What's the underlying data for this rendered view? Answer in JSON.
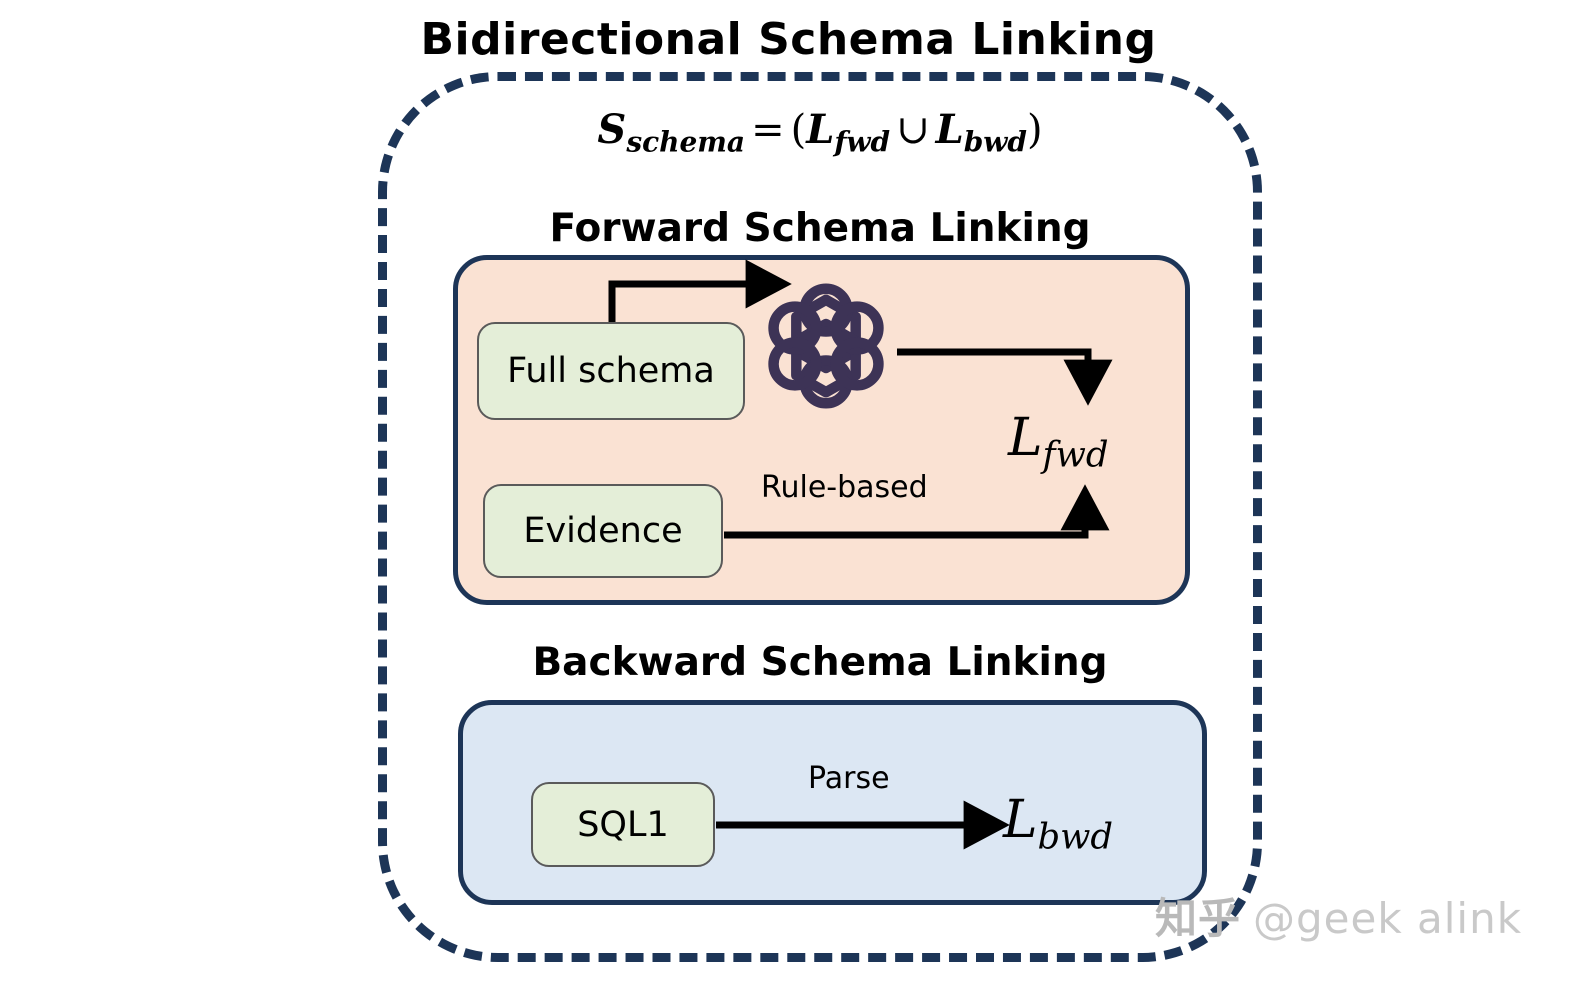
{
  "diagram": {
    "title": "Bidirectional Schema Linking",
    "formula": {
      "lhs_base": "S",
      "lhs_sub": "schema",
      "equals": "=",
      "open_paren": "(",
      "term1_base": "L",
      "term1_sub": "fwd",
      "union_op": "∪",
      "term2_base": "L",
      "term2_sub": "bwd",
      "close_paren": ")",
      "plain": "S_schema = (L_fwd ∪ L_bwd)"
    },
    "forward": {
      "title": "Forward Schema Linking",
      "panel_color": "#fae2d3",
      "nodes": [
        {
          "id": "full-schema",
          "label": "Full schema",
          "color": "#e4eed8"
        },
        {
          "id": "evidence",
          "label": "Evidence",
          "color": "#e4eed8"
        }
      ],
      "model_icon": "openai-logo",
      "model_icon_color": "#3d3356",
      "edge_labels": [
        {
          "id": "rule-based",
          "label": "Rule-based"
        }
      ],
      "output": {
        "base": "L",
        "sub": "fwd",
        "plain": "L_fwd"
      }
    },
    "backward": {
      "title": "Backward Schema Linking",
      "panel_color": "#dce7f3",
      "nodes": [
        {
          "id": "sql1",
          "label": "SQL1",
          "color": "#e4eed8"
        }
      ],
      "edge_labels": [
        {
          "id": "parse",
          "label": "Parse"
        }
      ],
      "output": {
        "base": "L",
        "sub": "bwd",
        "plain": "L_bwd"
      }
    },
    "border_color": "#1d3557",
    "arrow_color": "#000000"
  },
  "watermark": {
    "logo_text": "知乎",
    "handle": "@geek alink"
  }
}
